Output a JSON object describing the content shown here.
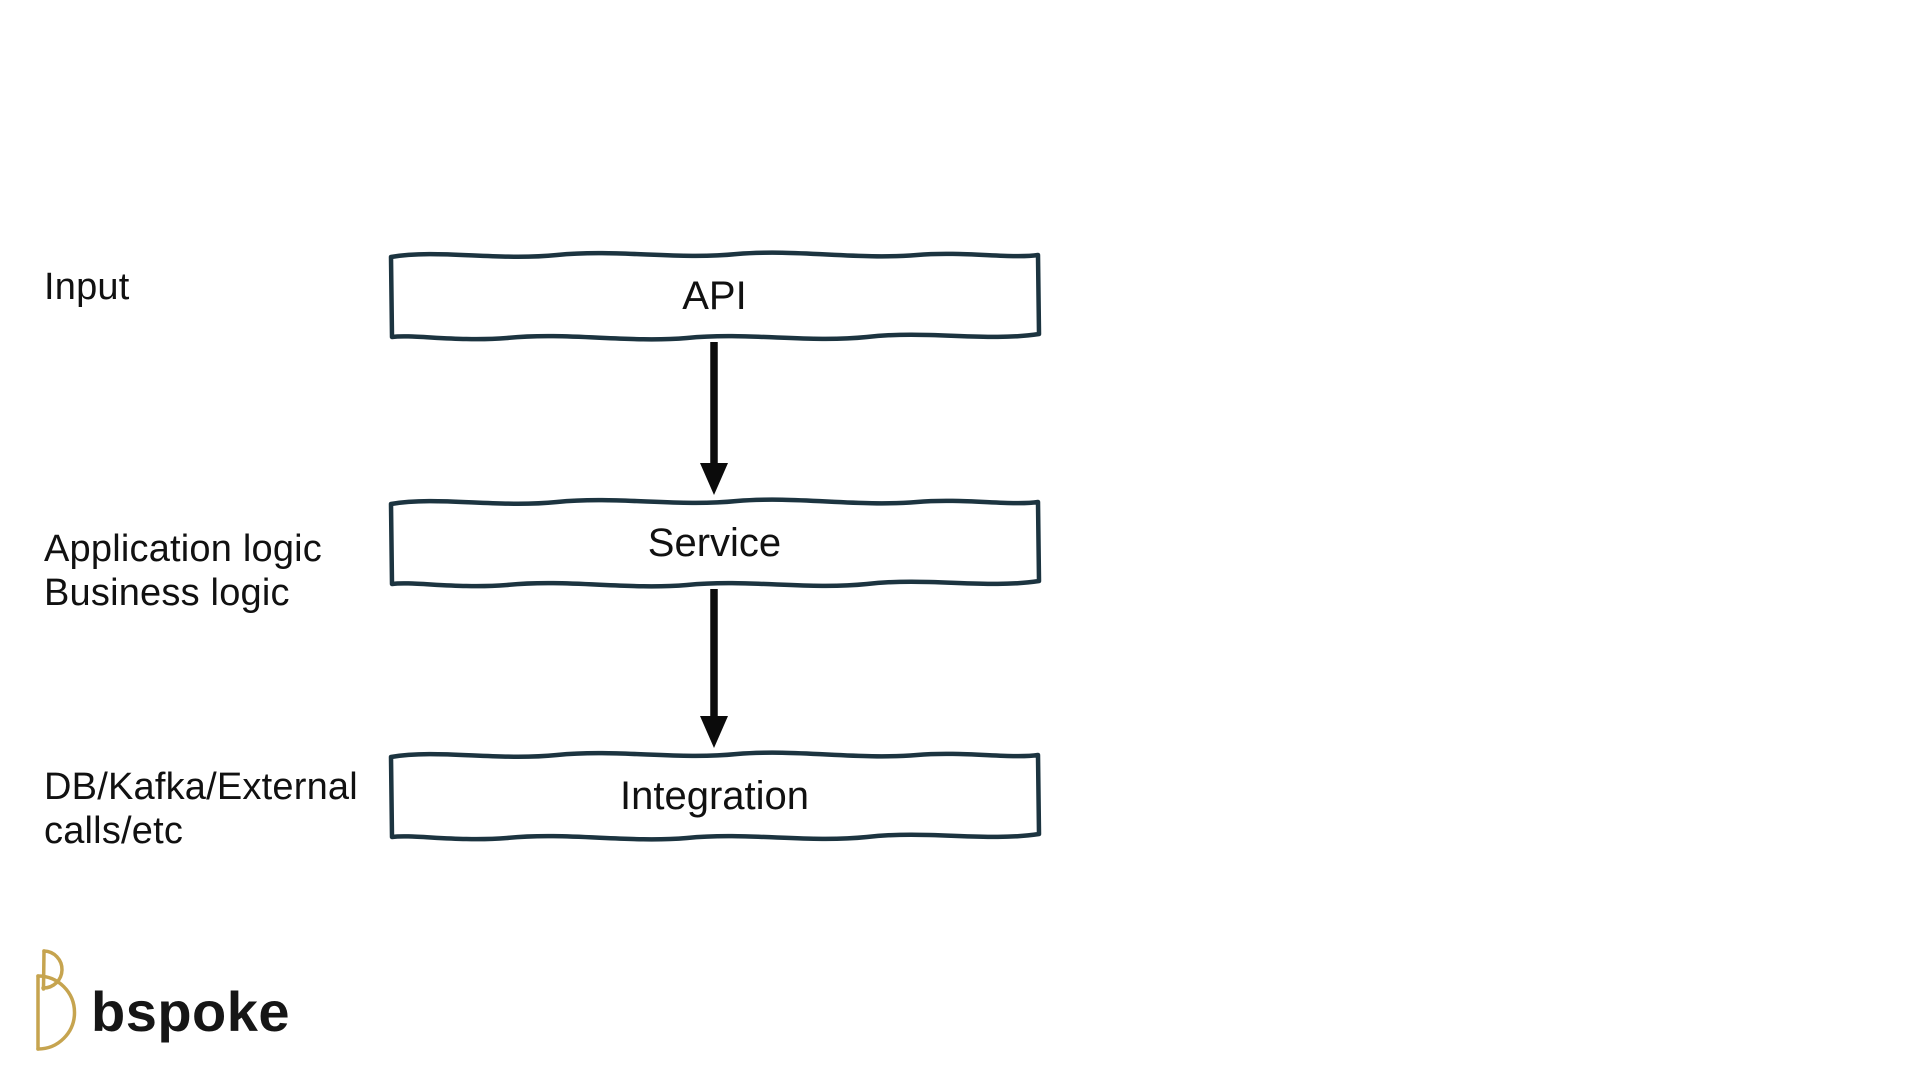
{
  "colors": {
    "page_bg": "#ffffff",
    "box_border": "#1c3440",
    "arrow": "#0b0b0b",
    "text": "#111111",
    "gold": "#c6a44f"
  },
  "side_labels": {
    "input": "Input",
    "application_logic": [
      "Application logic",
      "Business logic"
    ],
    "db": [
      "DB/Kafka/External",
      "calls/etc"
    ]
  },
  "boxes": {
    "api": "API",
    "service": "Service",
    "integration": "Integration"
  },
  "logo": {
    "text": "bspoke"
  }
}
